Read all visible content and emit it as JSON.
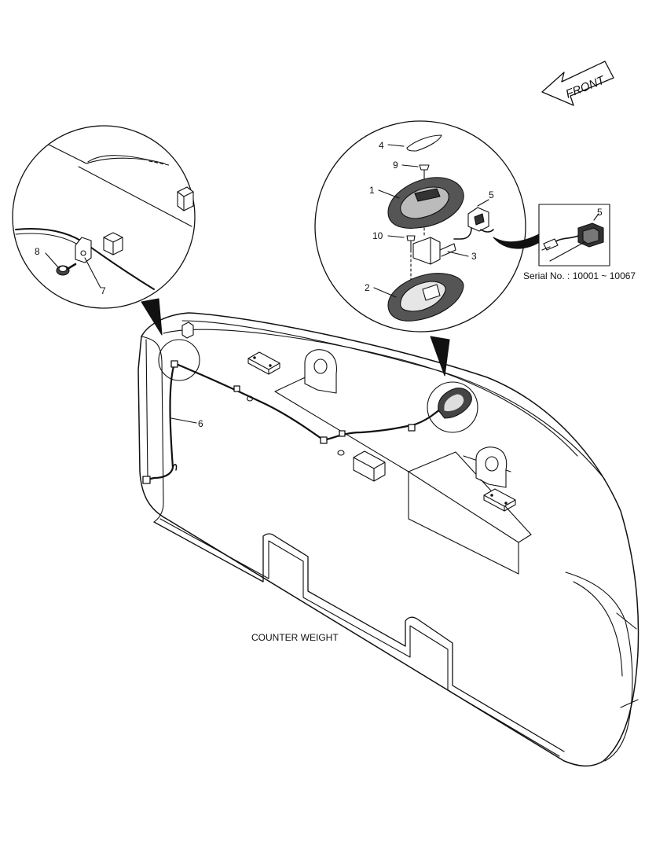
{
  "front_arrow": {
    "text": "FRONT"
  },
  "detail_left": {
    "callouts": [
      {
        "id": "8",
        "text": "8"
      },
      {
        "id": "7",
        "text": "7"
      }
    ]
  },
  "detail_right": {
    "callouts": [
      {
        "id": "4",
        "text": "4"
      },
      {
        "id": "9",
        "text": "9"
      },
      {
        "id": "1",
        "text": "1"
      },
      {
        "id": "5",
        "text": "5"
      },
      {
        "id": "10",
        "text": "10"
      },
      {
        "id": "3",
        "text": "3"
      },
      {
        "id": "2",
        "text": "2"
      }
    ]
  },
  "inset": {
    "callout": "5",
    "serial_note": "Serial No. : 10001 ~ 10067"
  },
  "main": {
    "harness_callout": "6",
    "part_label": "COUNTER WEIGHT"
  }
}
